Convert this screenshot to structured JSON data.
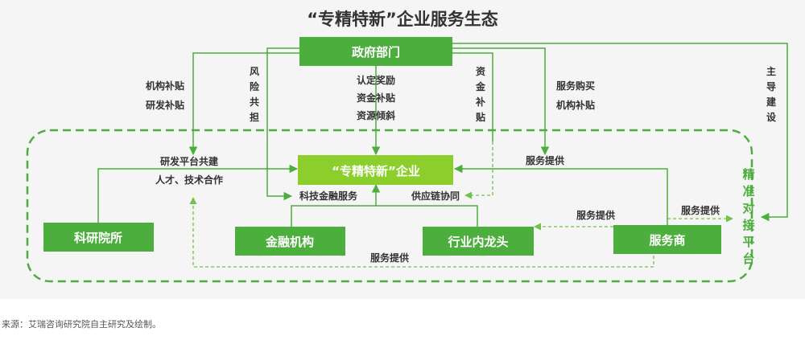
{
  "title": "“专精特新”企业服务生态",
  "nodes": {
    "gov": "政府部门",
    "enterprise": "“专精特新”企业",
    "research": "科研院所",
    "finance": "金融机构",
    "leader": "行业内龙头",
    "provider": "服务商"
  },
  "platform_label": "精准对接平台",
  "labels": {
    "gov_to_research": [
      "机构补贴",
      "研发补贴"
    ],
    "risk_sharing": "风险共担",
    "gov_to_enterprise": [
      "认定奖励",
      "资金补贴",
      "资源倾斜"
    ],
    "fund_subsidy": "资金补贴",
    "gov_to_provider": [
      "服务购买",
      "机构补贴"
    ],
    "lead_build": "主导建设",
    "research_to_enterprise": [
      "研发平台共建",
      "人才、技术合作"
    ],
    "provider_to_enterprise": "服务提供",
    "tech_finance": "科技金融服务",
    "supply_chain": "供应链协同",
    "provider_to_leader": "服务提供",
    "provider_to_platform": "服务提供",
    "bottom_service": "服务提供"
  },
  "source": "来源：艾瑞咨询研究院自主研究及绘制。"
}
